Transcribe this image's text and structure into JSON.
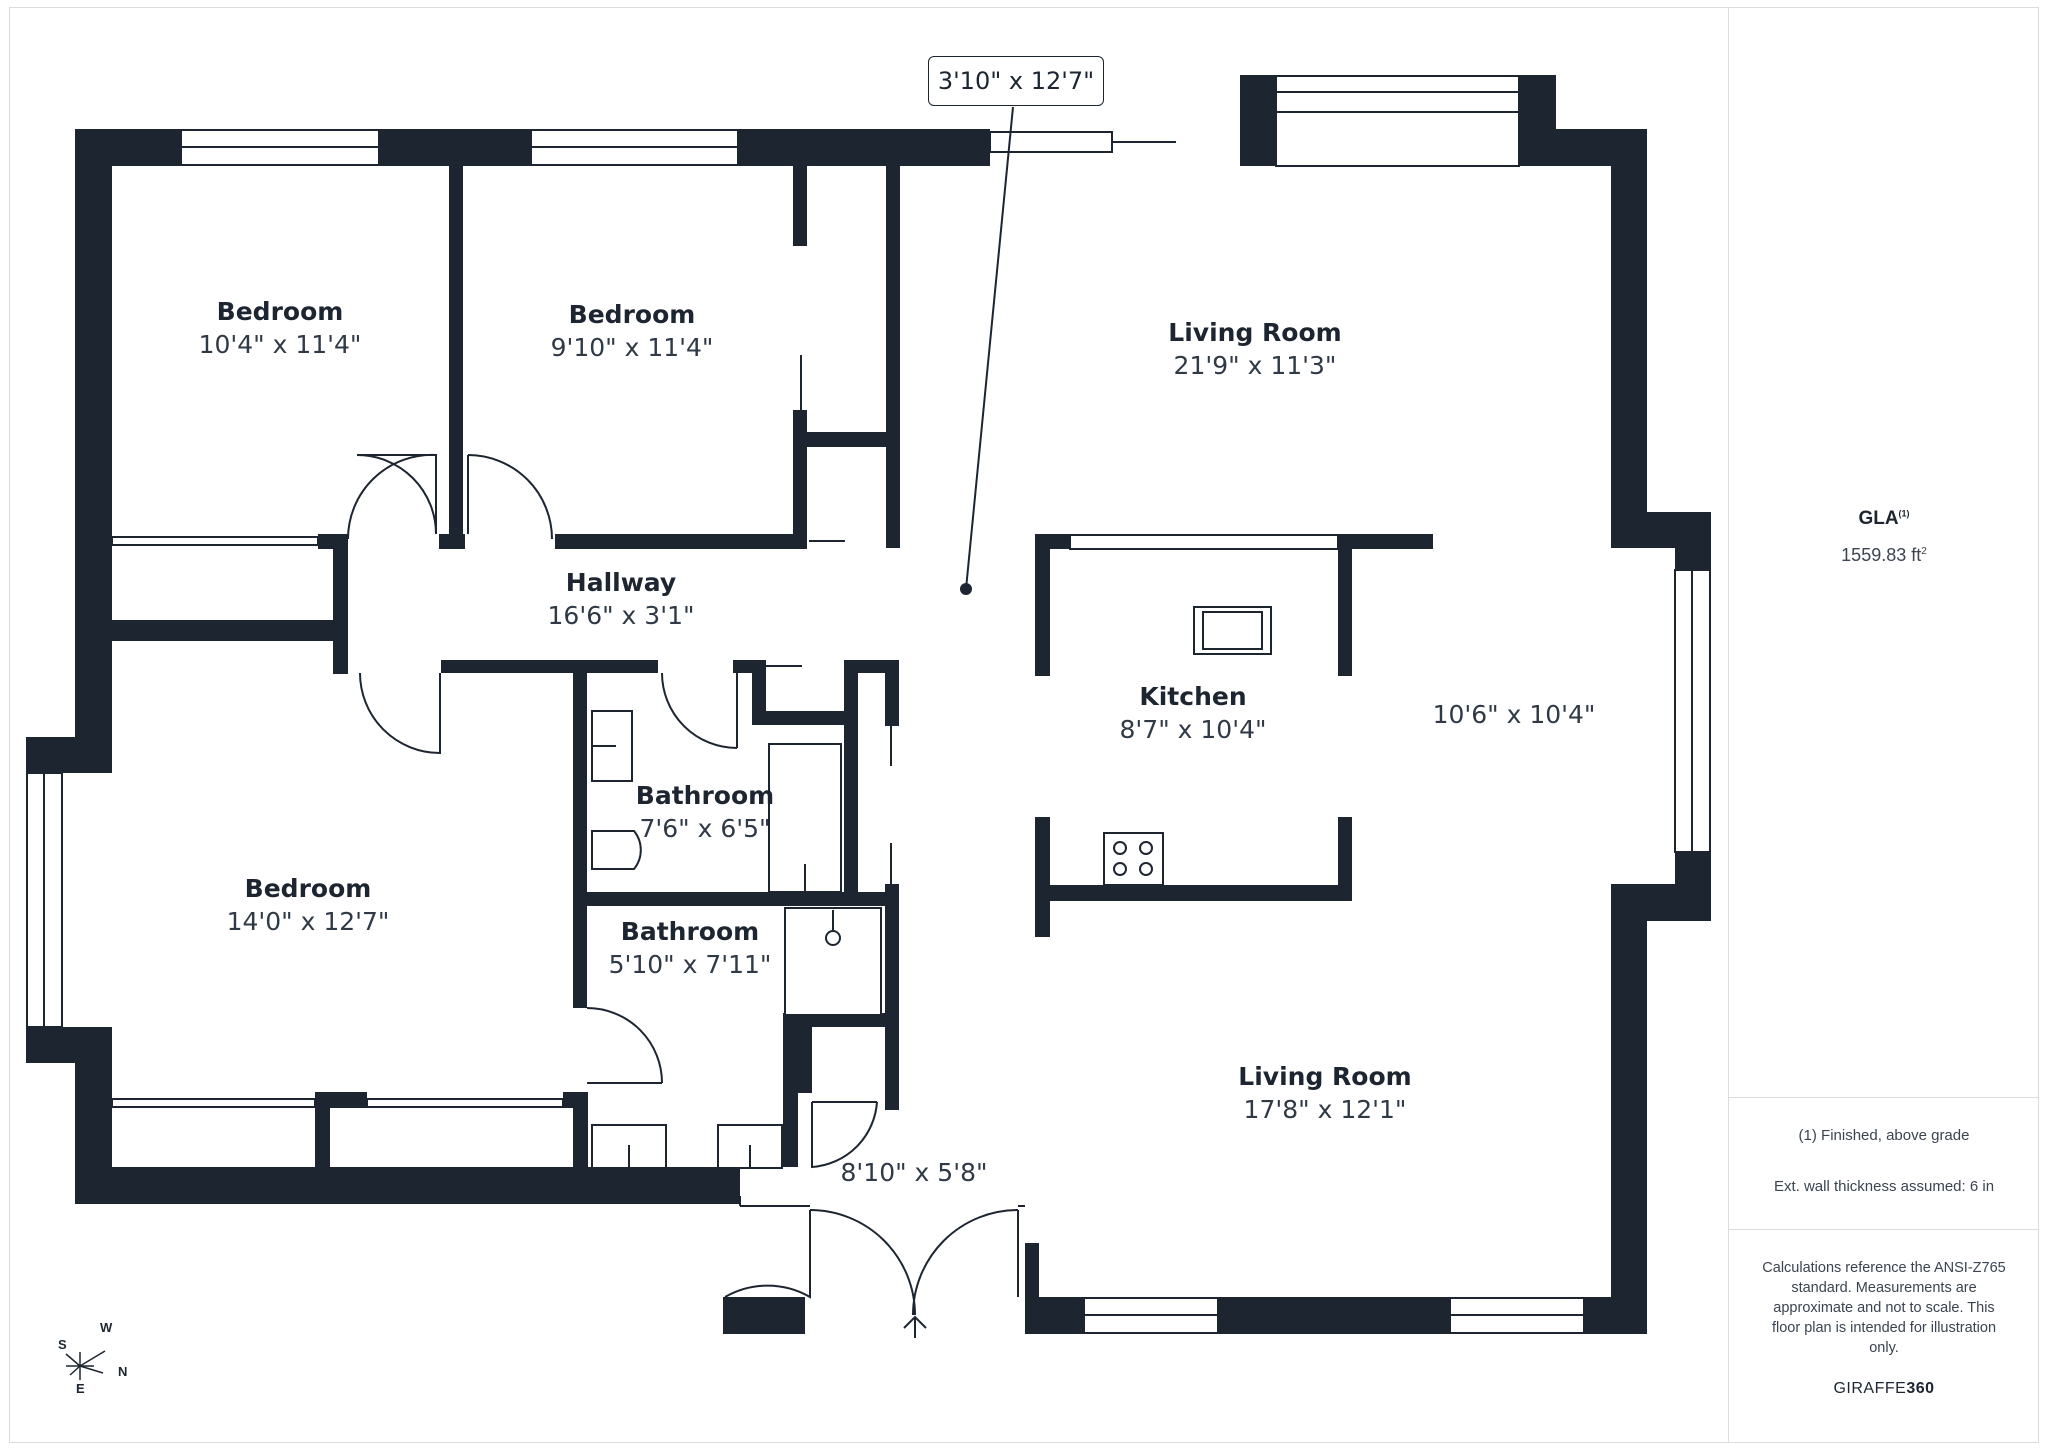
{
  "rooms": {
    "bedroom_1": {
      "name": "Bedroom",
      "dims": "10'4\" x 11'4\""
    },
    "bedroom_2": {
      "name": "Bedroom",
      "dims": "9'10\" x 11'4\""
    },
    "living_room_1": {
      "name": "Living Room",
      "dims": "21'9\" x 11'3\""
    },
    "hallway": {
      "name": "Hallway",
      "dims": "16'6\" x 3'1\""
    },
    "kitchen": {
      "name": "Kitchen",
      "dims": "8'7\" x 10'4\""
    },
    "dining_area": {
      "dims": "10'6\" x 10'4\""
    },
    "bathroom_1": {
      "name": "Bathroom",
      "dims": "7'6\" x 6'5\""
    },
    "bathroom_2": {
      "name": "Bathroom",
      "dims": "5'10\" x 7'11\""
    },
    "bedroom_3": {
      "name": "Bedroom",
      "dims": "14'0\" x 12'7\""
    },
    "living_room_2": {
      "name": "Living Room",
      "dims": "17'8\" x 12'1\""
    },
    "entry": {
      "dims": "8'10\" x 5'8\""
    },
    "callout": {
      "dims": "3'10\" x 12'7\""
    }
  },
  "panel": {
    "gla_label": "GLA",
    "gla_sup": "(1)",
    "gla_value": "1559.83 ft",
    "gla_unit_sup": "2",
    "note_finished": "(1) Finished, above grade",
    "note_wall": "Ext. wall thickness assumed: 6 in",
    "disclaimer": "Calculations reference the ANSI-Z765 standard. Measurements are approximate and not to scale. This floor plan is intended for illustration only.",
    "brand_prefix": "GIRAFFE",
    "brand_suffix": "360"
  },
  "compass": {
    "w": "W",
    "s": "S",
    "n": "N",
    "e": "E"
  },
  "colors": {
    "wall": "#1c2530",
    "window_frame": "#1c2530",
    "text": "#1c2530",
    "border": "#d9dce0"
  }
}
